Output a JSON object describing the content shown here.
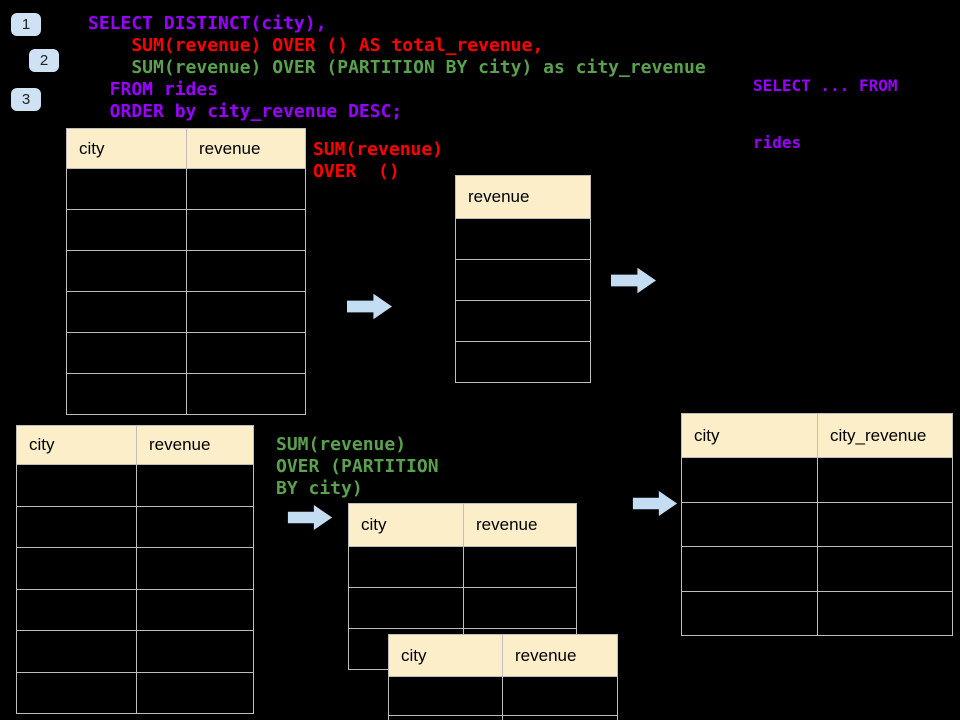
{
  "slide": {
    "step_badges": [
      "1",
      "2",
      "3"
    ],
    "sql": {
      "lines": [
        {
          "text": "SELECT DISTINCT(city),",
          "color": "#9900ff"
        },
        {
          "text": "    SUM(revenue) OVER () AS total_revenue,",
          "color": "#fe0000"
        },
        {
          "text": "    SUM(revenue) OVER (PARTITION BY city) as city_revenue",
          "color": "#5aa14e"
        },
        {
          "text": "  FROM rides",
          "color": "#9900ff"
        },
        {
          "text": "  ORDER by city_revenue DESC;",
          "color": "#9900ff"
        }
      ]
    },
    "side_note": {
      "line1": "SELECT ... FROM",
      "line2": "rides",
      "color": "#9900ff"
    },
    "annotations": {
      "over_all": {
        "line1": "SUM(revenue)",
        "line2": "OVER  ()",
        "color": "#fe0000"
      },
      "over_partition": {
        "line1": "SUM(revenue)",
        "line2": "OVER (PARTITION",
        "line3": "BY city)",
        "color": "#5aa14e"
      }
    },
    "tables": {
      "input_top": {
        "headers": [
          "city",
          "revenue"
        ],
        "body_rows": 6
      },
      "total_revenue": {
        "headers": [
          "revenue"
        ],
        "body_rows": 4
      },
      "input_bottom": {
        "headers": [
          "city",
          "revenue"
        ],
        "body_rows": 6
      },
      "partition_front": {
        "headers": [
          "city",
          "revenue"
        ],
        "body_rows": 3
      },
      "partition_back": {
        "headers": [
          "city",
          "revenue"
        ],
        "body_rows": 2
      },
      "result": {
        "headers": [
          "city",
          "city_revenue"
        ],
        "body_rows": 4
      }
    },
    "colors": {
      "background": "#000000",
      "sql_purple": "#9900ff",
      "sql_red": "#fe0000",
      "sql_green": "#5aa14e",
      "table_header_bg": "#fbeec8",
      "table_border": "#bdbdbd",
      "arrow_blue": "#c5ddf2",
      "badge_blue": "#cfe2f3"
    }
  }
}
